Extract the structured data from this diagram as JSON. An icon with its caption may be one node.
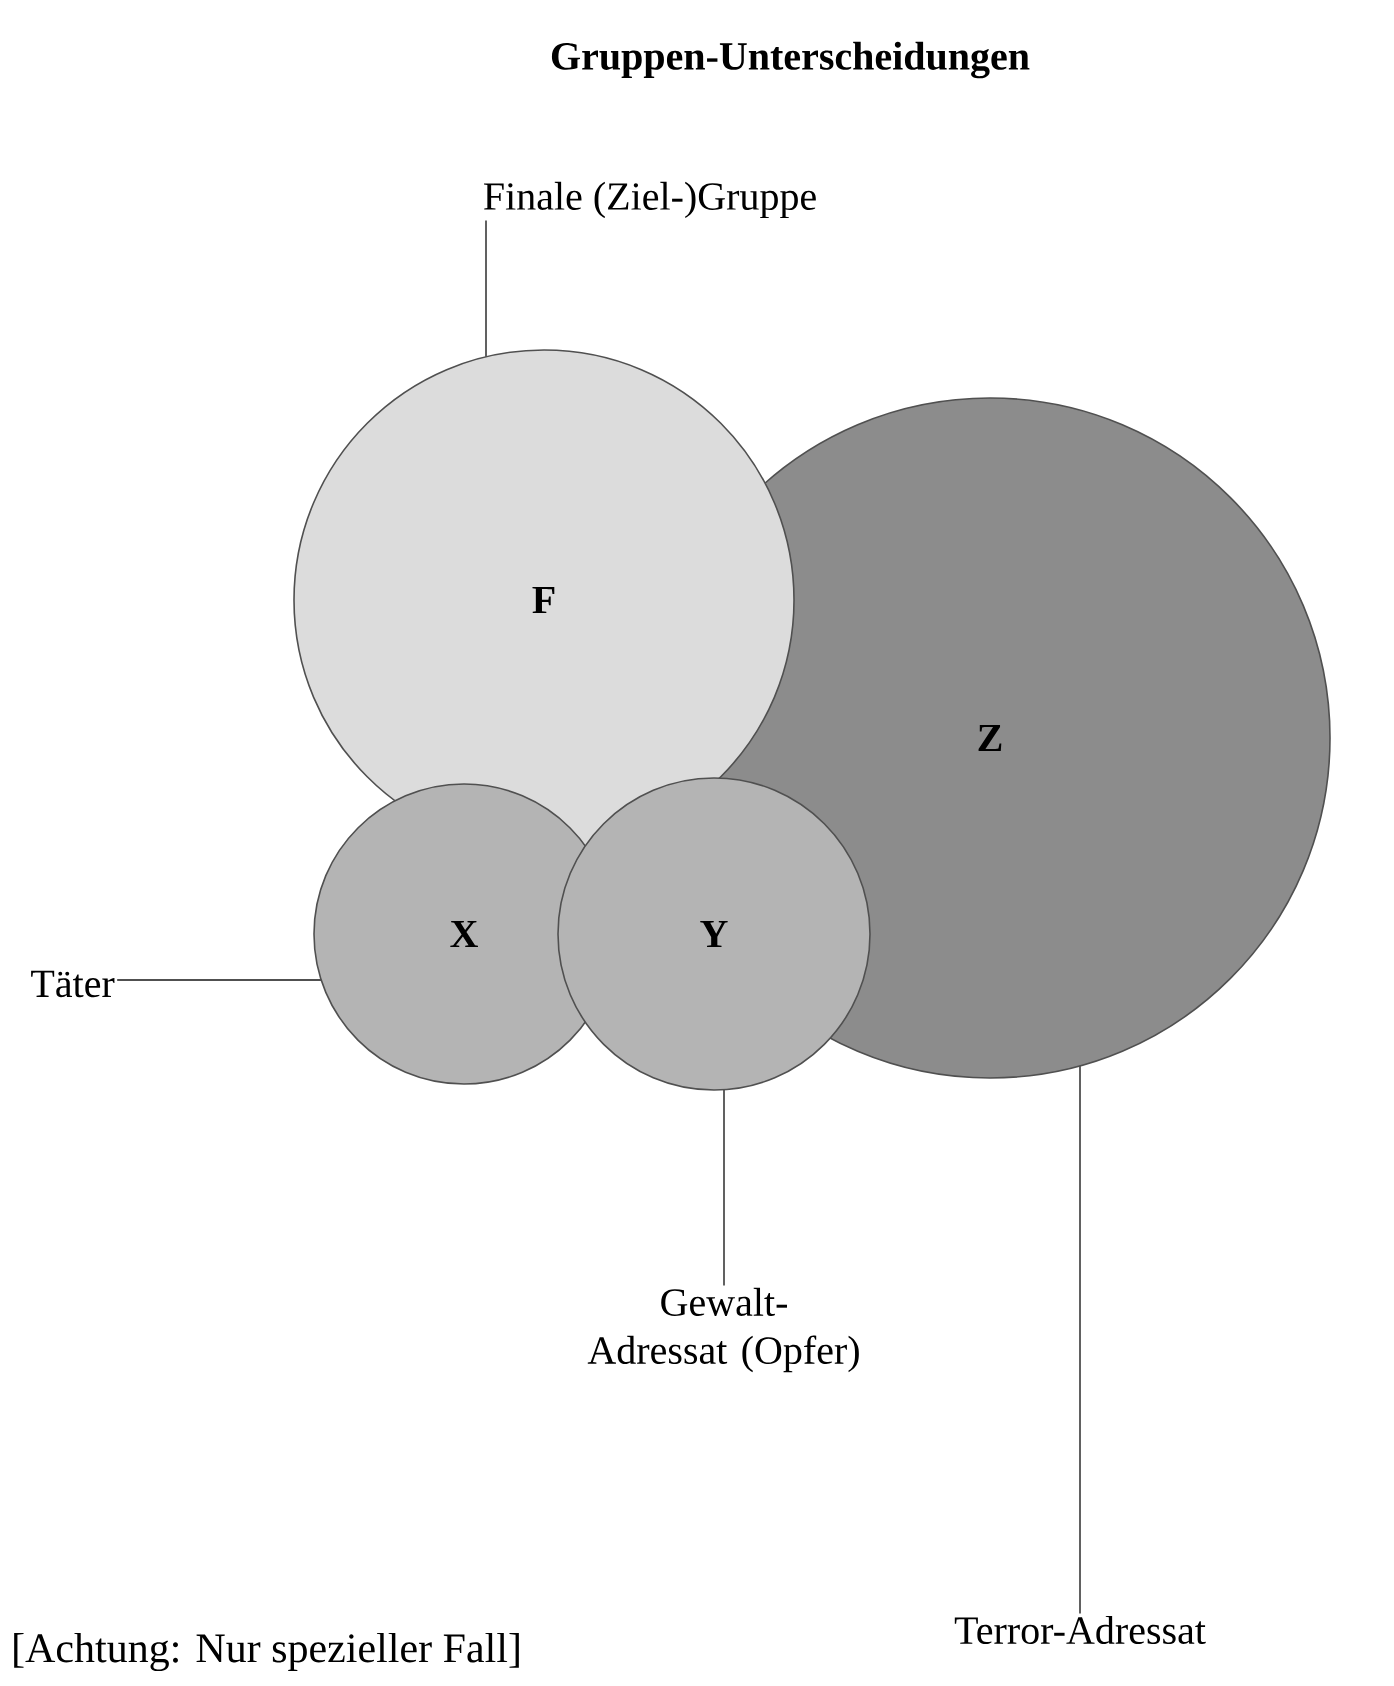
{
  "diagram": {
    "title": "Gruppen-Unterscheidungen",
    "nodes": [
      {
        "text": [
          "Z"
        ]
      },
      {
        "text": [
          "F"
        ]
      },
      {
        "text": [
          "X"
        ]
      },
      {
        "text": [
          "Y"
        ]
      },
      {
        "text": [
          "Finale (Ziel-)Gruppe"
        ]
      },
      {
        "text": [
          "Täter"
        ]
      },
      {
        "text": [
          "Gewalt-Adressat (Opfer)"
        ]
      },
      {
        "text": [
          "Terror-Adressat"
        ]
      }
    ],
    "edges": [
      {
        "from": 4,
        "to": 1,
        "arrow": "none"
      },
      {
        "from": 5,
        "to": 2,
        "arrow": "none"
      },
      {
        "from": 6,
        "to": 3,
        "arrow": "none"
      },
      {
        "from": 7,
        "to": 0,
        "arrow": "none"
      }
    ],
    "labels": [
      "[Achtung: Nur spezieller Fall]"
    ]
  }
}
